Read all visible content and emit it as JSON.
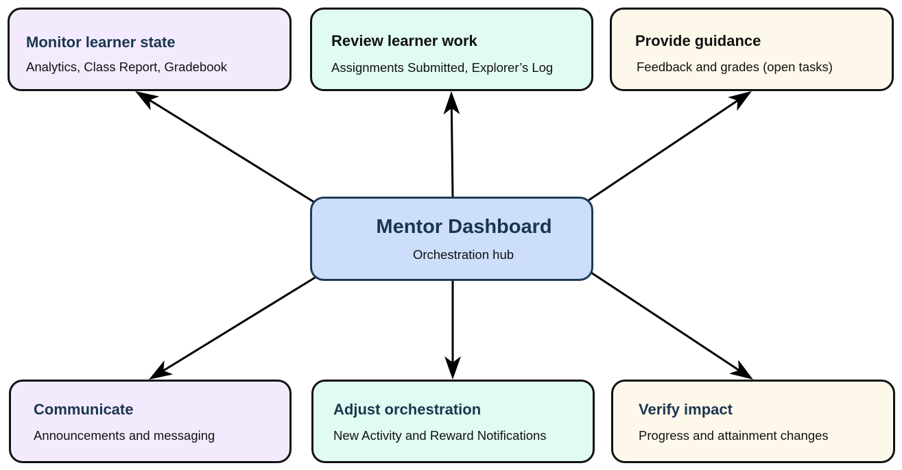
{
  "hub": {
    "title": "Mentor Dashboard",
    "subtitle": "Orchestration hub"
  },
  "nodes": [
    {
      "id": "monitor",
      "title": "Monitor learner state",
      "subtitle": "Analytics, Class Report, Gradebook"
    },
    {
      "id": "review",
      "title": "Review learner work",
      "subtitle": "Assignments Submitted, Explorer’s Log"
    },
    {
      "id": "guidance",
      "title": "Provide guidance",
      "subtitle": "Feedback and grades (open tasks)"
    },
    {
      "id": "communicate",
      "title": "Communicate",
      "subtitle": "Announcements and messaging"
    },
    {
      "id": "adjust",
      "title": "Adjust orchestration",
      "subtitle": "New Activity and Reward Notifications"
    },
    {
      "id": "verify",
      "title": "Verify impact",
      "subtitle": "Progress and attainment changes"
    }
  ],
  "edges": [
    {
      "from": "hub",
      "to": "monitor"
    },
    {
      "from": "hub",
      "to": "review"
    },
    {
      "from": "hub",
      "to": "guidance"
    },
    {
      "from": "hub",
      "to": "communicate"
    },
    {
      "from": "hub",
      "to": "adjust"
    },
    {
      "from": "hub",
      "to": "verify"
    }
  ],
  "colors": {
    "purple_fill": "#f3ebfd",
    "green_fill": "#e0fbf1",
    "cream_fill": "#fdf8ea",
    "hub_fill": "#ccdefa",
    "navy_title": "#1a3550",
    "black_title": "#111111",
    "border": "#111111",
    "hub_border": "#1f3b58",
    "arrow": "#000000"
  }
}
